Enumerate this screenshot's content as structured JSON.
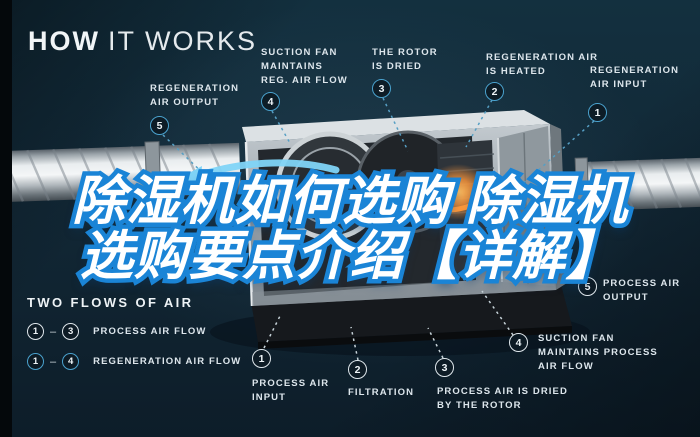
{
  "title": {
    "bold": "HOW",
    "light": "IT WORKS"
  },
  "headline": {
    "line1": "除湿机如何选购 除湿机",
    "line2": "选购要点介绍【详解】"
  },
  "legend": {
    "title": "TWO FLOWS OF AIR",
    "dash": "–",
    "rows": [
      {
        "start": "1",
        "end": "3",
        "label": "PROCESS AIR FLOW",
        "style": "white"
      },
      {
        "start": "1",
        "end": "4",
        "label": "REGENERATION AIR FLOW",
        "style": "blue"
      }
    ]
  },
  "callouts_top": [
    {
      "num": "5",
      "lines": [
        "REGENERATION",
        "AIR OUTPUT"
      ]
    },
    {
      "num": "4",
      "lines": [
        "SUCTION FAN",
        "MAINTAINS",
        "REG. AIR FLOW"
      ]
    },
    {
      "num": "3",
      "lines": [
        "THE ROTOR",
        "IS DRIED"
      ]
    },
    {
      "num": "2",
      "lines": [
        "REGENERATION AIR",
        "IS HEATED"
      ]
    },
    {
      "num": "1",
      "lines": [
        "REGENERATION",
        "AIR INPUT"
      ]
    }
  ],
  "callouts_bottom": [
    {
      "num": "1",
      "lines": [
        "PROCESS AIR",
        "INPUT"
      ]
    },
    {
      "num": "2",
      "lines": [
        "FILTRATION"
      ]
    },
    {
      "num": "3",
      "lines": [
        "PROCESS AIR IS DRIED",
        "BY THE ROTOR"
      ]
    },
    {
      "num": "4",
      "lines": [
        "SUCTION FAN",
        "MAINTAINS PROCESS",
        "AIR FLOW"
      ]
    },
    {
      "num": "5",
      "lines": [
        "PROCESS AIR",
        "OUTPUT"
      ]
    }
  ],
  "colors": {
    "background": "#122836",
    "left_bar": "#04080b",
    "accent_blue": "#4aa2ce",
    "label_text": "#dde6ec",
    "headline_fill": "#ffffff",
    "headline_stroke": "#1a84d6",
    "heater_orange": "#f5923a",
    "duct_silver": "#c9cfd3",
    "leader_top": "#569fc4",
    "leader_bottom": "#c6d2d8"
  }
}
